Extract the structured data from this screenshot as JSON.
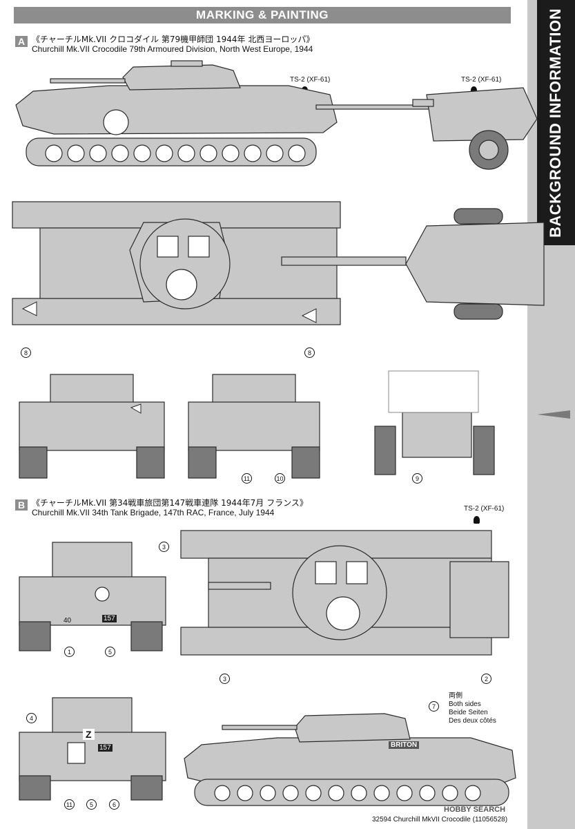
{
  "header": {
    "title": "MARKING & PAINTING"
  },
  "side_tab": {
    "title": "BACKGROUND INFORMATION"
  },
  "section_a": {
    "letter": "A",
    "title_jp": "《チャーチルMk.VII クロコダイル 第79機甲師団 1944年 北西ヨーロッパ》",
    "title_en": "Churchill Mk.VII Crocodile    79th Armoured Division, North West Europe, 1944",
    "paint_label_1": "TS-2 (XF-61)",
    "paint_label_2": "TS-2 (XF-61)",
    "callouts": [
      "8",
      "8",
      "11",
      "10",
      "9"
    ]
  },
  "section_b": {
    "letter": "B",
    "title_jp": "《チャーチルMk.VII 第34戦車旅団第147戦車連隊 1944年7月 フランス》",
    "title_en": "Churchill Mk.VII    34th Tank Brigade, 147th RAC, France, July 1944",
    "paint_label": "TS-2 (XF-61)",
    "callouts": [
      "3",
      "3",
      "2",
      "1",
      "5",
      "4",
      "7",
      "11",
      "5",
      "6"
    ],
    "note": {
      "jp": "両側",
      "en": "Both sides",
      "de": "Beide Seiten",
      "fr": "Des deux côtés"
    },
    "markings": {
      "number_40": "40",
      "number_157": "157",
      "number_157b": "157",
      "letter_z": "Z",
      "name": "BRITON"
    }
  },
  "footer": {
    "text": "32594  Churchill MkVII Crocodile (11056528)"
  },
  "watermark": {
    "text": "HOBBY SEARCH"
  },
  "colors": {
    "header_bg": "#8d8d8d",
    "side_tab_light": "#c9c9c9",
    "side_tab_dark": "#1b1b1b",
    "vehicle_fill": "#c8c8c8",
    "vehicle_line": "#2a2a2a"
  }
}
